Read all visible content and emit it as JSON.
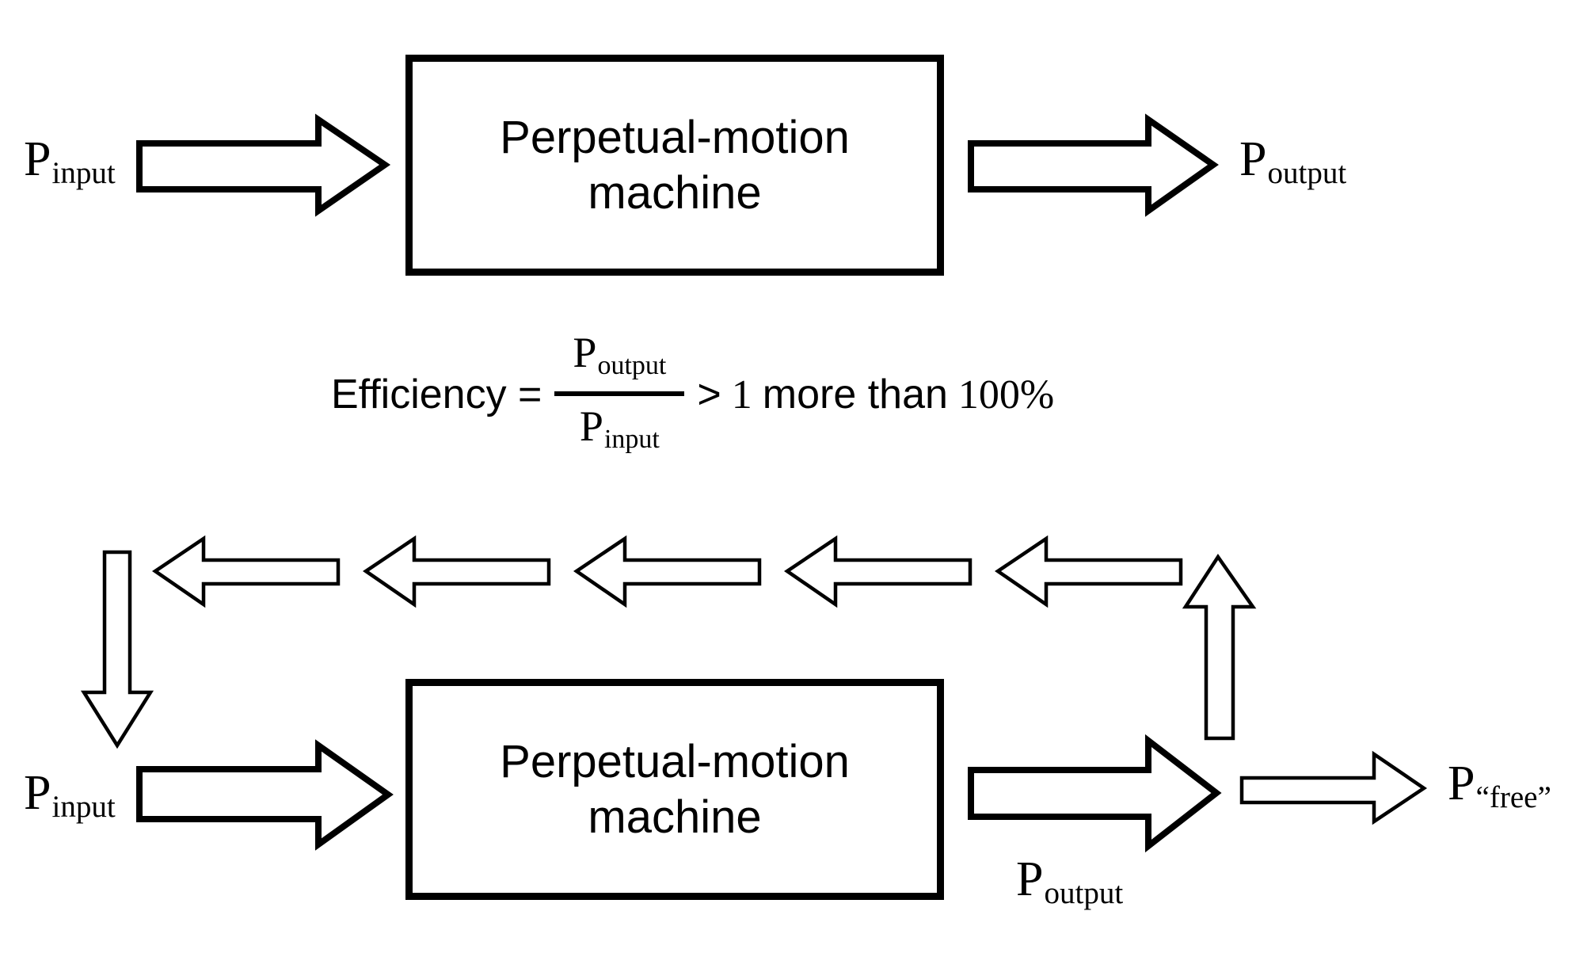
{
  "colors": {
    "ink": "#000000",
    "paper": "#ffffff"
  },
  "top_diagram": {
    "input_label": {
      "base": "P",
      "sub": "input"
    },
    "machine_box": {
      "line1": "Perpetual-motion",
      "line2": "machine"
    },
    "output_label": {
      "base": "P",
      "sub": "output"
    }
  },
  "equation": {
    "lhs": "Efficiency =",
    "numerator": {
      "base": "P",
      "sub": "output"
    },
    "denominator": {
      "base": "P",
      "sub": "input"
    },
    "comparison": ">",
    "value": "1",
    "annotation": "more than",
    "percent": "100%"
  },
  "bottom_diagram": {
    "input_label": {
      "base": "P",
      "sub": "input"
    },
    "machine_box": {
      "line1": "Perpetual-motion",
      "line2": "machine"
    },
    "output_label": {
      "base": "P",
      "sub": "output"
    },
    "free_label": {
      "base": "P",
      "sub": "“free”"
    }
  }
}
